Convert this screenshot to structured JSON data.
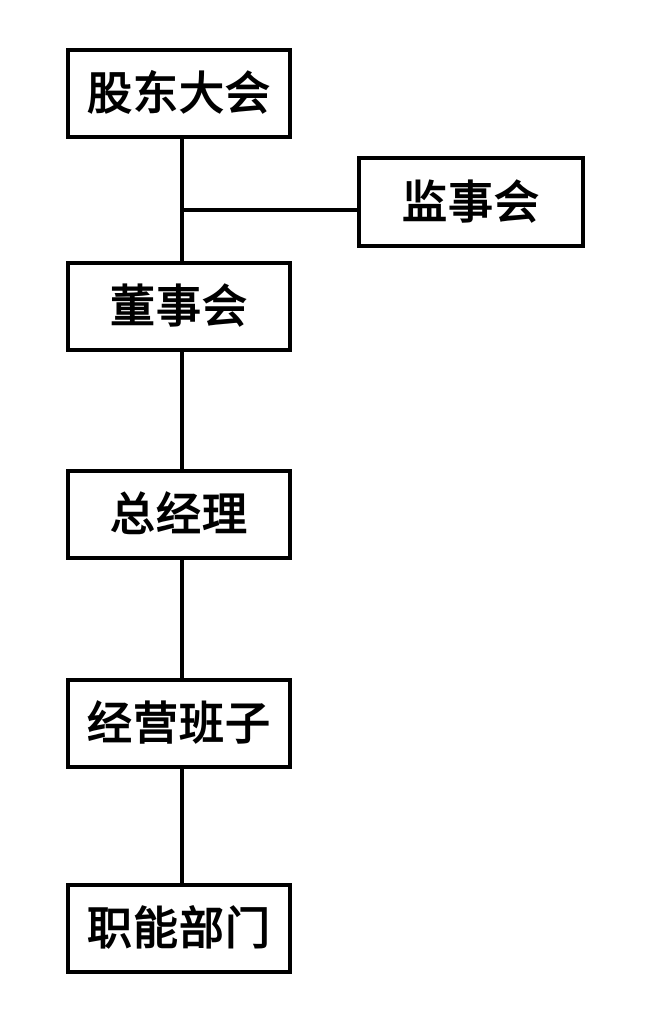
{
  "diagram": {
    "type": "organizational-chart",
    "orientation": "vertical",
    "background_color": "#ffffff",
    "line_color": "#000000",
    "text_color": "#000000",
    "nodes": [
      {
        "id": "shareholders",
        "label": "股东大会",
        "level": 1
      },
      {
        "id": "supervisors",
        "label": "监事会",
        "level": 2
      },
      {
        "id": "board",
        "label": "董事会",
        "level": 2
      },
      {
        "id": "gm",
        "label": "总经理",
        "level": 3
      },
      {
        "id": "mgmt",
        "label": "经营班子",
        "level": 4
      },
      {
        "id": "depts",
        "label": "职能部门",
        "level": 5
      }
    ],
    "edges": [
      {
        "from": "shareholders",
        "to": "board",
        "style": "straight-vertical"
      },
      {
        "from": "shareholders",
        "to": "supervisors",
        "style": "elbow-horizontal"
      },
      {
        "from": "board",
        "to": "gm",
        "style": "straight-vertical"
      },
      {
        "from": "gm",
        "to": "mgmt",
        "style": "straight-vertical"
      },
      {
        "from": "mgmt",
        "to": "depts",
        "style": "straight-vertical"
      }
    ]
  }
}
